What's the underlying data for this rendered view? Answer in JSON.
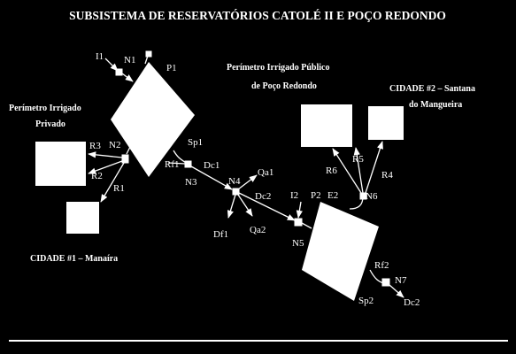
{
  "title": "SUBSISTEMA DE RESERVATÓRIOS CATOLÉ II E POÇO REDONDO",
  "labels": {
    "perimetro_privado_l1": "Perímetro Irrigado",
    "perimetro_privado_l2": "Privado",
    "perimetro_publico_l1": "Perímetro Irrigado Público",
    "perimetro_publico_l2": "de Poço Redondo",
    "cidade2_l1": "CIDADE #2 – Santana",
    "cidade2_l2": "do Mangueira",
    "cidade1": "CIDADE #1 – Manaíra"
  },
  "nodes": {
    "I1": "I1",
    "N1": "N1",
    "P1": "P1",
    "N2": "N2",
    "R3": "R3",
    "R2": "R2",
    "R1": "R1",
    "Rf1": "Rf1",
    "Sp1": "Sp1",
    "N3": "N3",
    "Dc1": "Dc1",
    "Qa1": "Qa1",
    "N4": "N4",
    "Df1": "Df1",
    "Qa2": "Qa2",
    "Dc2_mid": "Dc2",
    "I2": "I2",
    "P2": "P2",
    "E2": "E2",
    "N5": "N5",
    "R6": "R6",
    "R5": "R5",
    "R4": "R4",
    "N6": "N6",
    "Rf2": "Rf2",
    "N7": "N7",
    "Sp2": "Sp2",
    "Dc2_end": "Dc2"
  }
}
